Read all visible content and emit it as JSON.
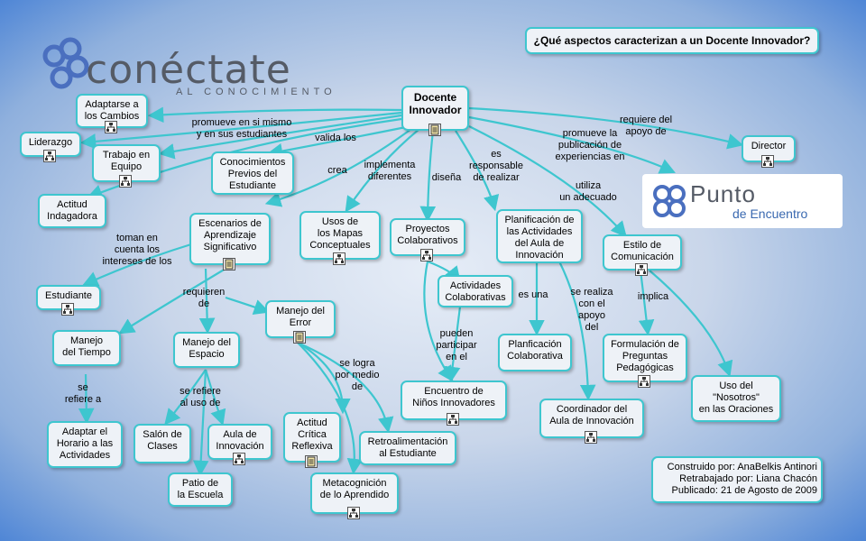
{
  "question": "¿Qué aspectos caracterizan a un Docente Innovador?",
  "logo": {
    "title": "conéctate",
    "subtitle": "AL CONOCIMIENTO"
  },
  "punto": {
    "title": "Punto",
    "subtitle": "de Encuentro"
  },
  "credits": "Construido por: AnaBelkis Antinori\nRetrabajado por: Liana Chacón\nPublicado: 21 de Agosto de 2009",
  "concepts": {
    "docente": "Docente\nInnovador",
    "adaptarse": "Adaptarse a\nlos Cambios",
    "liderazgo": "Liderazgo",
    "trabajo": "Trabajo en\nEquipo",
    "actitud_ind": "Actitud\nIndagadora",
    "conocimientos": "Conocimientos\nPrevios del\nEstudiante",
    "escenarios": "Escenarios de\nAprendizaje\nSignificativo",
    "usos": "Usos  de\nlos Mapas\nConceptuales",
    "proyectos": "Proyectos\nColaborativos",
    "actividades": "Actividades\nColaborativas",
    "planificacion": "Planificación de\nlas Actividades\ndel Aula de\nInnovación",
    "estilo": "Estilo de\nComunicación",
    "director": "Director",
    "estudiante": "Estudiante",
    "manejo_tiempo": "Manejo\ndel Tiempo",
    "manejo_espacio": "Manejo del\nEspacio",
    "manejo_error": "Manejo del\nError",
    "adaptar_horario": "Adaptar el\nHorario a las\nActividades",
    "salon": "Salón de\nClases",
    "aula": "Aula de\nInnovación",
    "patio": "Patio de\nla Escuela",
    "actitud_crit": "Actitud\nCrítica\nReflexiva",
    "retro": "Retroalimentación\nal Estudiante",
    "metacog": "Metacognición\nde lo Aprendido",
    "encuentro": "Encuentro de\nNiños Innovadores",
    "planf_colab": "Planficación\nColaborativa",
    "coordinador": "Coordinador del\nAula de Innovación",
    "formulacion": "Formulación de\nPreguntas\nPedagógicas",
    "uso_nosotros": "Uso del\n\"Nosotros\"\nen las Oraciones"
  },
  "links": {
    "promueve": "promueve en si mismo\ny en sus estudiantes",
    "valida": "valida los",
    "crea": "crea",
    "implementa": "implementa\ndiferentes",
    "disena": "diseña",
    "responsable": "es\nresponsable\nde realizar",
    "utiliza": "utiliza\nun adecuado",
    "promueve_pub": "promueve la\npublicación de\nexperiencias en",
    "requiere_apoyo": "requiere del\napoyo de",
    "toman": "toman en\ncuenta los\nintereses de los",
    "requieren": "requieren\nde",
    "se_refiere_a": "se\nrefiere a",
    "se_refiere_uso": "se refiere\nal uso de",
    "se_logra": "se logra\npor medio\nde",
    "pueden": "pueden\nparticipar\nen el",
    "es_una": "es una",
    "realiza": "se realiza\ncon el\napoyo\ndel",
    "implica": "implica"
  }
}
